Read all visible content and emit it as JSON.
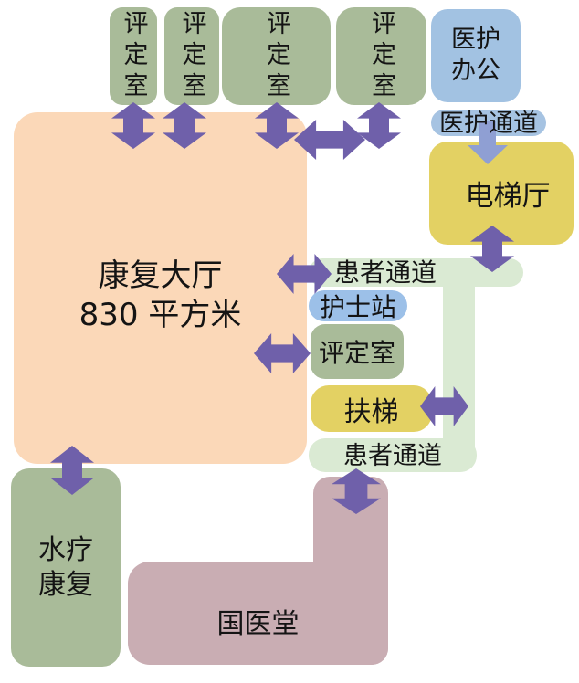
{
  "diagram_title": "rehabilitation-floor-functional-layout",
  "palette": {
    "room_green": "#a9bb99",
    "office_blue": "#a2c2e2",
    "nurse_blue": "#9cc0e8",
    "room_yellow": "#e3d163",
    "hall_peach": "#fbd8b8",
    "corridor_green": "#daead3",
    "tcm_mauve": "#c9adb3",
    "arrow_purple": "#6f60aa",
    "arrow_light_purple": "#8f9fd3",
    "text_color": "#141414"
  },
  "rooms": {
    "eval_room_1": {
      "label": "评定室"
    },
    "eval_room_2": {
      "label": "评定室"
    },
    "eval_room_3": {
      "label": "评定室"
    },
    "eval_room_4": {
      "label": "评定室"
    },
    "staff_office": {
      "lines": [
        "医护",
        "办公"
      ]
    },
    "elevator_hall": {
      "label": "电梯厅"
    },
    "rehab_hall": {
      "lines": [
        "康复大厅",
        "830 平方米"
      ]
    },
    "nurse_station": {
      "label": "护士站"
    },
    "eval_room_mid": {
      "label": "评定室"
    },
    "escalator": {
      "label": "扶梯"
    },
    "hydro_rehab": {
      "lines": [
        "水疗",
        "康复"
      ]
    },
    "tcm_hall": {
      "label": "国医堂"
    }
  },
  "corridors": {
    "staff_corridor": {
      "label": "医护通道"
    },
    "patient_corridor_1": {
      "label": "患者通道"
    },
    "patient_corridor_2": {
      "label": "患者通道"
    }
  },
  "connections": [
    {
      "from": "eval_room_1",
      "to": "rehab_hall",
      "type": "double-vertical"
    },
    {
      "from": "eval_room_2",
      "to": "rehab_hall",
      "type": "double-vertical"
    },
    {
      "from": "eval_room_3",
      "to": "rehab_hall",
      "type": "double-vertical"
    },
    {
      "from": "eval_room_4",
      "to": "rehab_hall",
      "type": "double-vertical"
    },
    {
      "from": "eval_room_4",
      "to": "rehab_hall",
      "type": "double-horizontal"
    },
    {
      "from": "staff_corridor",
      "to": "elevator_hall",
      "type": "single-down"
    },
    {
      "from": "elevator_hall",
      "to": "patient_corridor_1",
      "type": "double-vertical"
    },
    {
      "from": "rehab_hall",
      "to": "patient_corridor_1",
      "type": "double-horizontal"
    },
    {
      "from": "rehab_hall",
      "to": "eval_room_mid",
      "type": "double-horizontal"
    },
    {
      "from": "escalator",
      "to": "patient_corridor_1",
      "type": "double-horizontal"
    },
    {
      "from": "rehab_hall",
      "to": "hydro_rehab",
      "type": "double-vertical"
    },
    {
      "from": "patient_corridor_2",
      "to": "tcm_hall",
      "type": "double-vertical"
    }
  ]
}
